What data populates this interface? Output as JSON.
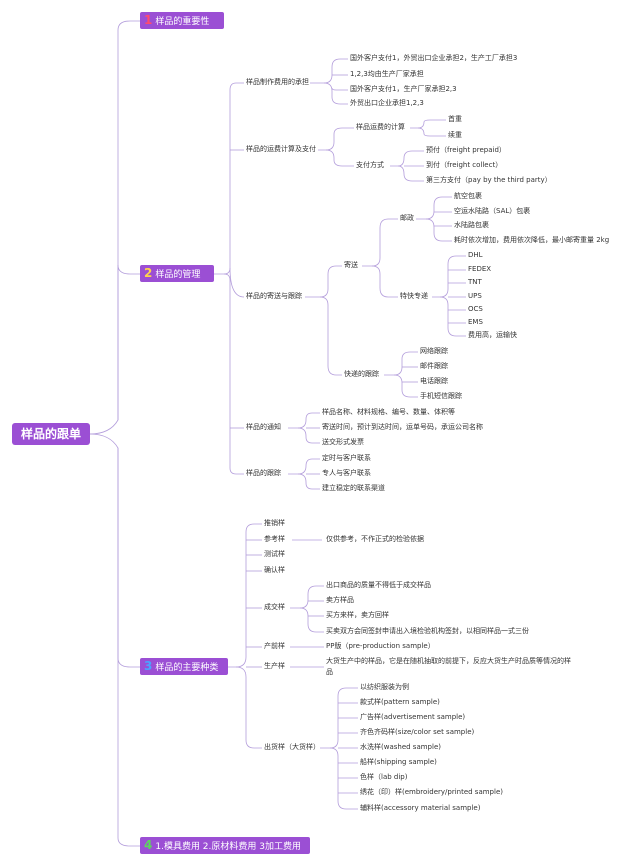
{
  "root": "样品的跟单",
  "branches": [
    {
      "num": "1",
      "label": "样品的重要性"
    },
    {
      "num": "2",
      "label": "样品的管理"
    },
    {
      "num": "3",
      "label": "样品的主要种类"
    },
    {
      "num": "4",
      "label": "1.模具费用 2.原材料费用 3加工费用"
    }
  ],
  "l2": {
    "cost": "样品制作费用的承担",
    "freight": "样品的运费计算及支付",
    "delivery": "样品的寄送与跟踪",
    "notice": "样品的通知",
    "follow": "样品的跟踪",
    "promo": "推销样",
    "reference": "参考样",
    "test": "测试样",
    "confirm": "确认样",
    "deal": "成交样",
    "preprod": "产前样",
    "production": "生产样",
    "shipment": "出货样（大货样）"
  },
  "cost_items": [
    "国外客户支付1，外贸出口企业承担2，生产工厂承担3",
    "1,2,3均由生产厂家承担",
    "国外客户支付1，生产厂家承担2,3",
    "外贸出口企业承担1,2,3"
  ],
  "freight_calc": "样品运费的计算",
  "freight_calc_items": [
    "首重",
    "续重"
  ],
  "payment": "支付方式",
  "payment_items": [
    "预付（freight prepaid）",
    "到付（freight collect）",
    "第三方支付（pay by the third party）"
  ],
  "send": "寄送",
  "post": "邮政",
  "post_items": [
    "航空包裹",
    "空运水陆路（SAL）包裹",
    "水陆路包裹",
    "耗时依次增加，费用依次降低，最小邮寄重量 2kg"
  ],
  "express": "特快专递",
  "express_items": [
    "DHL",
    "FEDEX",
    "TNT",
    "UPS",
    "OCS",
    "EMS",
    "费用高，运输快"
  ],
  "track": "快递的跟踪",
  "track_items": [
    "网络跟踪",
    "邮件跟踪",
    "电话跟踪",
    "手机短信跟踪"
  ],
  "notice_items": [
    "样品名称、材料规格、编号、数量、体积等",
    "寄送时间，预计到达时间，运单号码，承运公司名称",
    "送交形式发票"
  ],
  "follow_items": [
    "定时与客户联系",
    "专人与客户联系",
    "建立稳定的联系渠道"
  ],
  "reference_note": "仅供参考，不作正式的检验依据",
  "deal_items": [
    "出口商品的质量不得低于成交样品",
    "卖方样品",
    "买方来样，卖方回样",
    "买卖双方会同签封申请出入境检验机构签封，以相同样品一式三份"
  ],
  "preprod_note": "PP版（pre-production sample）",
  "production_note_1": "大货生产中的样品，它是在随机抽取的前提下，反应大货生产时品质等情况的样",
  "production_note_2": "品",
  "shipment_items": [
    "以纺织服装为例",
    "款式样(pattern sample)",
    "广告样(advertisement sample)",
    "齐色齐码样(size/color set sample)",
    "水洗样(washed sample)",
    "船样(shipping sample)",
    "色样（lab dip)",
    "绣花（印）样(embroidery/printed sample)",
    "辅料样(accessory material sample)"
  ]
}
